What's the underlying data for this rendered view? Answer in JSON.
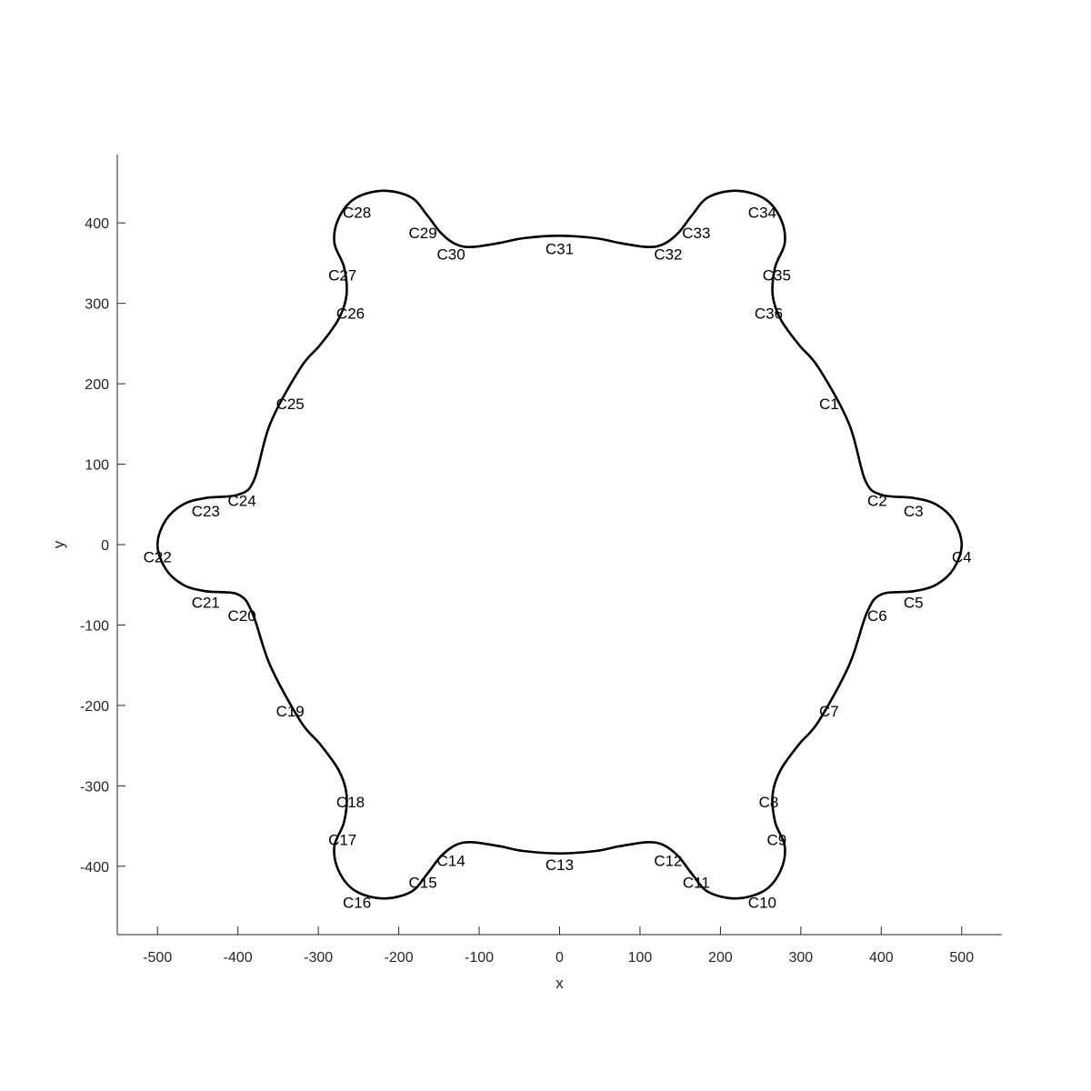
{
  "chart_data": {
    "type": "line",
    "xlabel": "x",
    "ylabel": "y",
    "xlim": [
      -550,
      550
    ],
    "ylim": [
      -485,
      485
    ],
    "xticks": [
      -500,
      -400,
      -300,
      -200,
      -100,
      0,
      100,
      200,
      300,
      400,
      500
    ],
    "yticks": [
      -400,
      -300,
      -200,
      -100,
      0,
      100,
      200,
      300,
      400
    ],
    "xtick_labels": [
      "-500",
      "-400",
      "-300",
      "-200",
      "-100",
      "0",
      "100",
      "200",
      "300",
      "400",
      "500"
    ],
    "ytick_labels": [
      "-400",
      "-300",
      "-200",
      "-100",
      "0",
      "100",
      "200",
      "300",
      "400"
    ],
    "grid": false,
    "series": [
      {
        "values_xy": [
          [
            322,
            220
          ],
          [
            360,
            150
          ],
          [
            380,
            80
          ],
          [
            400,
            62
          ],
          [
            440,
            58
          ],
          [
            468,
            50
          ],
          [
            490,
            30
          ],
          [
            500,
            0
          ],
          [
            490,
            -30
          ],
          [
            468,
            -50
          ],
          [
            440,
            -58
          ],
          [
            400,
            -62
          ],
          [
            382,
            -85
          ],
          [
            360,
            -150
          ],
          [
            322,
            -220
          ],
          [
            298,
            -248
          ],
          [
            275,
            -280
          ],
          [
            265,
            -310
          ],
          [
            268,
            -345
          ],
          [
            280,
            -375
          ],
          [
            275,
            -405
          ],
          [
            255,
            -430
          ],
          [
            220,
            -440
          ],
          [
            185,
            -432
          ],
          [
            165,
            -410
          ],
          [
            148,
            -388
          ],
          [
            130,
            -374
          ],
          [
            110,
            -370
          ],
          [
            75,
            -375
          ],
          [
            45,
            -381
          ],
          [
            0,
            -384
          ],
          [
            -45,
            -381
          ],
          [
            -75,
            -375
          ],
          [
            -110,
            -370
          ],
          [
            -130,
            -374
          ],
          [
            -148,
            -388
          ],
          [
            -165,
            -410
          ],
          [
            -185,
            -432
          ],
          [
            -220,
            -440
          ],
          [
            -255,
            -430
          ],
          [
            -275,
            -405
          ],
          [
            -280,
            -375
          ],
          [
            -268,
            -345
          ],
          [
            -265,
            -310
          ],
          [
            -275,
            -280
          ],
          [
            -298,
            -248
          ],
          [
            -322,
            -220
          ],
          [
            -360,
            -150
          ],
          [
            -382,
            -85
          ],
          [
            -400,
            -62
          ],
          [
            -440,
            -58
          ],
          [
            -468,
            -50
          ],
          [
            -490,
            -30
          ],
          [
            -500,
            0
          ],
          [
            -490,
            30
          ],
          [
            -468,
            50
          ],
          [
            -440,
            58
          ],
          [
            -400,
            62
          ],
          [
            -380,
            80
          ],
          [
            -360,
            150
          ],
          [
            -322,
            220
          ],
          [
            -298,
            248
          ],
          [
            -275,
            280
          ],
          [
            -265,
            310
          ],
          [
            -268,
            345
          ],
          [
            -280,
            375
          ],
          [
            -275,
            405
          ],
          [
            -255,
            430
          ],
          [
            -220,
            440
          ],
          [
            -185,
            432
          ],
          [
            -165,
            410
          ],
          [
            -148,
            388
          ],
          [
            -130,
            374
          ],
          [
            -110,
            370
          ],
          [
            -75,
            375
          ],
          [
            -45,
            381
          ],
          [
            0,
            384
          ],
          [
            45,
            381
          ],
          [
            75,
            375
          ],
          [
            110,
            370
          ],
          [
            130,
            374
          ],
          [
            148,
            388
          ],
          [
            165,
            410
          ],
          [
            185,
            432
          ],
          [
            220,
            440
          ],
          [
            255,
            430
          ],
          [
            275,
            405
          ],
          [
            280,
            375
          ],
          [
            268,
            345
          ],
          [
            265,
            310
          ],
          [
            275,
            280
          ],
          [
            298,
            248
          ],
          [
            322,
            220
          ]
        ]
      }
    ],
    "point_labels": [
      {
        "text": "C1",
        "x": 335,
        "y": 175
      },
      {
        "text": "C2",
        "x": 395,
        "y": 55
      },
      {
        "text": "C3",
        "x": 440,
        "y": 42
      },
      {
        "text": "C4",
        "x": 500,
        "y": -15
      },
      {
        "text": "C5",
        "x": 440,
        "y": -72
      },
      {
        "text": "C6",
        "x": 395,
        "y": -88
      },
      {
        "text": "C7",
        "x": 335,
        "y": -207
      },
      {
        "text": "C8",
        "x": 260,
        "y": -320
      },
      {
        "text": "C9",
        "x": 270,
        "y": -367
      },
      {
        "text": "C10",
        "x": 252,
        "y": -445
      },
      {
        "text": "C11",
        "x": 170,
        "y": -420
      },
      {
        "text": "C12",
        "x": 135,
        "y": -393
      },
      {
        "text": "C13",
        "x": 0,
        "y": -398
      },
      {
        "text": "C14",
        "x": -135,
        "y": -393
      },
      {
        "text": "C15",
        "x": -170,
        "y": -420
      },
      {
        "text": "C16",
        "x": -252,
        "y": -445
      },
      {
        "text": "C17",
        "x": -270,
        "y": -367
      },
      {
        "text": "C18",
        "x": -260,
        "y": -320
      },
      {
        "text": "C19",
        "x": -335,
        "y": -207
      },
      {
        "text": "C20",
        "x": -395,
        "y": -88
      },
      {
        "text": "C21",
        "x": -440,
        "y": -72
      },
      {
        "text": "C22",
        "x": -500,
        "y": -15
      },
      {
        "text": "C23",
        "x": -440,
        "y": 42
      },
      {
        "text": "C24",
        "x": -395,
        "y": 55
      },
      {
        "text": "C25",
        "x": -335,
        "y": 175
      },
      {
        "text": "C26",
        "x": -260,
        "y": 288
      },
      {
        "text": "C27",
        "x": -270,
        "y": 335
      },
      {
        "text": "C28",
        "x": -252,
        "y": 413
      },
      {
        "text": "C29",
        "x": -170,
        "y": 388
      },
      {
        "text": "C30",
        "x": -135,
        "y": 361
      },
      {
        "text": "C31",
        "x": 0,
        "y": 368
      },
      {
        "text": "C32",
        "x": 135,
        "y": 361
      },
      {
        "text": "C33",
        "x": 170,
        "y": 388
      },
      {
        "text": "C34",
        "x": 252,
        "y": 413
      },
      {
        "text": "C35",
        "x": 270,
        "y": 335
      },
      {
        "text": "C36",
        "x": 260,
        "y": 288
      }
    ]
  }
}
